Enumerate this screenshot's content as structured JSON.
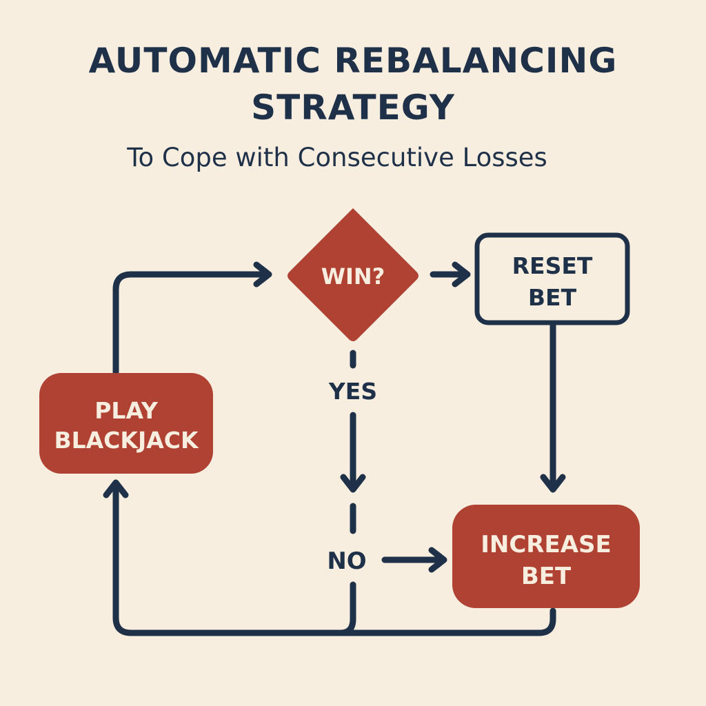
{
  "title": {
    "line1": "AUTOMATIC REBALANCING",
    "line2": "STRATEGY"
  },
  "subtitle": "To Cope with Consecutive Losses",
  "nodes": {
    "play": {
      "line1": "PLAY",
      "line2": "BLACKJACK"
    },
    "decision": {
      "label": "WIN?"
    },
    "reset": {
      "line1": "RESET",
      "line2": "BET"
    },
    "increase": {
      "line1": "INCREASE",
      "line2": "BET"
    }
  },
  "edge_labels": {
    "yes": "YES",
    "no": "NO"
  },
  "colors": {
    "background": "#f8eee0",
    "ink": "#1f3149",
    "accent": "#b04234",
    "node_text_light": "#f8eee0"
  }
}
